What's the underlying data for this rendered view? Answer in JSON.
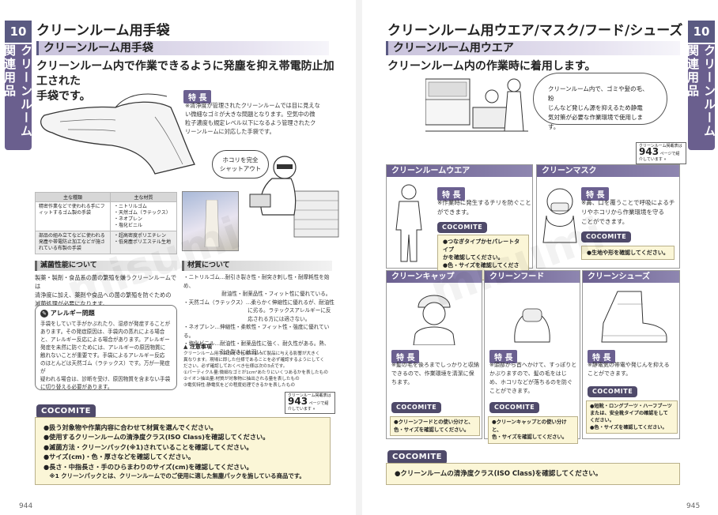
{
  "left": {
    "tab_number": "10",
    "tab_label": "クリーンルーム関連用品",
    "main_title": "クリーンルーム用手袋",
    "sub_title": "クリーンルーム用手袋",
    "lead": [
      "クリーンルーム内で作業できるように発塵を抑え帯電防止加工された",
      "手袋です。"
    ],
    "feature_label": "特 長",
    "feature_text": [
      "※清浄度が管理されたクリーンルームでは目に見えな",
      "い微細なゴミが大きな問題となります。空気中の微",
      "粒子濃度も規定レベル以下になるよう管理されたク",
      "リーンルームに対応した手袋です。"
    ],
    "speech": [
      "ホコリを完全",
      "シャットアウト"
    ],
    "table": {
      "headers": [
        "主な種類",
        "主な材質"
      ],
      "rows": [
        {
          "kind": "精密作業などで使われる手にフィットするゴム製の手袋",
          "materials": [
            "・ニトリルゴム",
            "・天然ゴム（ラテックス）",
            "・ネオプレン",
            "・塩化ビニル"
          ]
        },
        {
          "kind": "部品の組み立てなどに使われる発塵や帯電防止加工などが施されている布製の手袋",
          "materials": [
            "・超高密度ポリエチレン",
            "・低発塵ポリエステル生地"
          ]
        }
      ]
    },
    "sterile_head": "滅菌性能について",
    "sterile_text": [
      "製薬・製剤・食品系の菌の繁殖を嫌うクリーンルームでは",
      "清浄度に加え、薬剤や食品への菌の繁殖を防ぐための",
      "滅菌処理が必要になります。"
    ],
    "material_head": "材質について",
    "material_text": [
      "・ニトリルゴム…耐引き裂き性・耐突き刺し性・耐摩耗性を始め、",
      "　　　　　　　 耐油性・耐薬品性・フィット性に優れている。",
      "・天然ゴム（ラテックス）…柔らかく伸縮性に優れるが、耐油性",
      "　　　　　　　　　　　　 に劣る。ラテックスアレルギーに反",
      "　　　　　　　　　　　　 応される方には適さない。",
      "・ネオプレン…伸縮性・柔軟性・フィット性・強度に優れている。",
      "・塩化ビニル…耐油性・耐薬品性に強く、耐久性がある。熱、",
      "　　　　　　　引き裂きには弱い。"
    ],
    "allergy_title": "アレルギー問題",
    "allergy_text": [
      "手袋をしていて手がかぶれたり、湿疹が発症することが",
      "あります。その発症原因は、手袋内の蒸れによる場合",
      "と、アレルギー反応による場合があります。アレルギー",
      "発症を未然に防ぐためには、アレルギーの原因物質に",
      "触れないことが重要です。手袋によるアレルギー反応",
      "のほとんどは天然ゴム（ラテックス）です。万が一発症が",
      "疑われる場合は、診断を受け、原因物質を含まない手袋",
      "に切り替える必要があります。"
    ],
    "caution_title": "注意事項",
    "caution_text": [
      "クリーンルーム用手袋はその仕様によって製品に与える影響が大きく",
      "異なります。現場に即した仕様であることを必ず確認するようにしてく",
      "ださい。必ず確認しておくべき仕様は次の3点です。",
      "①パーティクル量:微細なゴミが1cm²あたりにいくつあるかを表したもの",
      "②イオン抽出量:材質が対象物に抽出される量を表したもの",
      "③電気特性:静電気をどの程度処理できるかを表したもの"
    ],
    "catalog_caption": "クリーンルーム掲載表は",
    "catalog_page": "943",
    "catalog_suffix": "ページで紹介しています",
    "coco_logo": "COCOMITE",
    "coco_items": [
      "●扱う対象物や作業内容に合わせて材質を選んでください。",
      "●使用するクリーンルームの清浄度クラス(ISO Class)を確認してください。",
      "●滅菌方法・クリーンパック(※1)されていることを確認してください。",
      "●サイズ(cm)・色・厚さなどを確認してください。",
      "●長さ・中指長さ・手のひらまわりのサイズ(cm)を確認してください。",
      "　※1 クリーンパックとは、クリーンルームでのご使用に適した無塵パックを施している商品です。"
    ],
    "page_number": "944"
  },
  "right": {
    "tab_number": "10",
    "tab_label": "クリーンルーム関連用品",
    "main_title": "クリーンルーム用ウエア/マスク/フード/シューズ",
    "sub_title": "クリーンルーム用ウエア",
    "lead": "クリーンルーム内の作業時に着用します。",
    "speech": [
      "クリーンルーム内で、ゴミや髪の毛、粉",
      "じんなど発じん源を抑えるため静電",
      "気対策が必要な作業環境で使用します。"
    ],
    "catalog_caption": "クリーンルーム掲載表は",
    "catalog_page": "943",
    "catalog_suffix": "ページで紹介しています",
    "feature_label": "特 長",
    "coco_logo": "COCOMITE",
    "cards": {
      "wear": {
        "title": "クリーンルームウエア",
        "text": [
          "※作業時に発生するチリを防ぐこと",
          "ができます。"
        ],
        "tips": [
          "●つなぎタイプかセパレートタイプ",
          "かを確認してください。",
          "●色・サイズを確認してください。"
        ]
      },
      "mask": {
        "title": "クリーンマスク",
        "text": [
          "※鼻、口を覆うことで呼吸によるチ",
          "リやホコリから作業環境を守る",
          "ことができます。"
        ],
        "tips": [
          "●生地や形を確認してください。"
        ]
      },
      "cap": {
        "title": "クリーンキャップ",
        "text": [
          "※髪の毛を後ろまでしっかりと収納",
          "できるので、作業環境を清潔に保",
          "ちます。"
        ],
        "tips": [
          "●クリーンフードとの使い分けと、",
          "色・サイズを確認してください。"
        ]
      },
      "hood": {
        "title": "クリーンフード",
        "text": [
          "※頭部から首へかけて、すっぽりと",
          "かぶりますので、髪の毛をはじ",
          "め、ホコリなどが落ちるのを防ぐ",
          "ことができます。"
        ],
        "tips": [
          "●クリーンキャップとの使い分けと、",
          "色・サイズを確認してください。"
        ]
      },
      "shoes": {
        "title": "クリーンシューズ",
        "text": [
          "※静電気の帯電や発じんを抑える",
          "ことができます。"
        ],
        "tips": [
          "●短靴・ロングブーツ・ハーフブーツ",
          "または、安全靴タイプの確認をして",
          "ください。",
          "●色・サイズを確認してください。"
        ]
      }
    },
    "bottom_tip": "●クリーンルームの清浄度クラス(ISO Class)を確認してください。",
    "page_number": "945"
  },
  "watermark": "misumi"
}
